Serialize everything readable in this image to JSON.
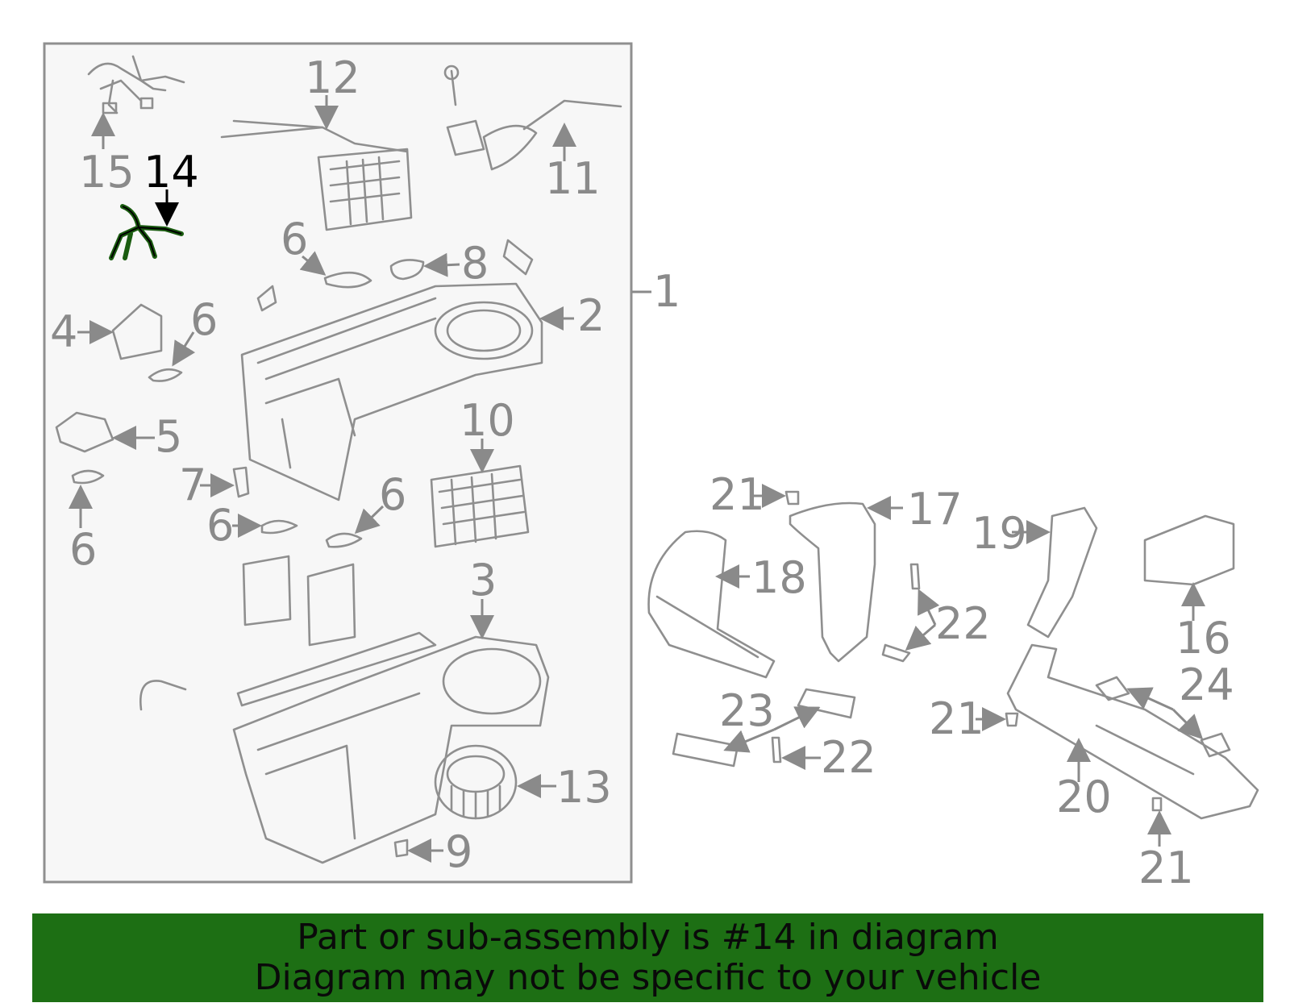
{
  "banner": {
    "line1": "Part or sub-assembly is #14 in diagram",
    "line2": "Diagram may not be specific to your vehicle"
  },
  "highlight_color": "#1d6f14",
  "highlighted_part": "14",
  "callouts": {
    "c1": "1",
    "c2": "2",
    "c3": "3",
    "c4": "4",
    "c5": "5",
    "c6a": "6",
    "c6b": "6",
    "c6c": "6",
    "c6d": "6",
    "c6e": "6",
    "c7": "7",
    "c8": "8",
    "c9": "9",
    "c10": "10",
    "c11": "11",
    "c12": "12",
    "c13": "13",
    "c14": "14",
    "c15": "15",
    "c16": "16",
    "c17": "17",
    "c18": "18",
    "c19": "19",
    "c20": "20",
    "c21a": "21",
    "c21b": "21",
    "c21c": "21",
    "c22a": "22",
    "c22b": "22",
    "c23": "23",
    "c24": "24"
  }
}
